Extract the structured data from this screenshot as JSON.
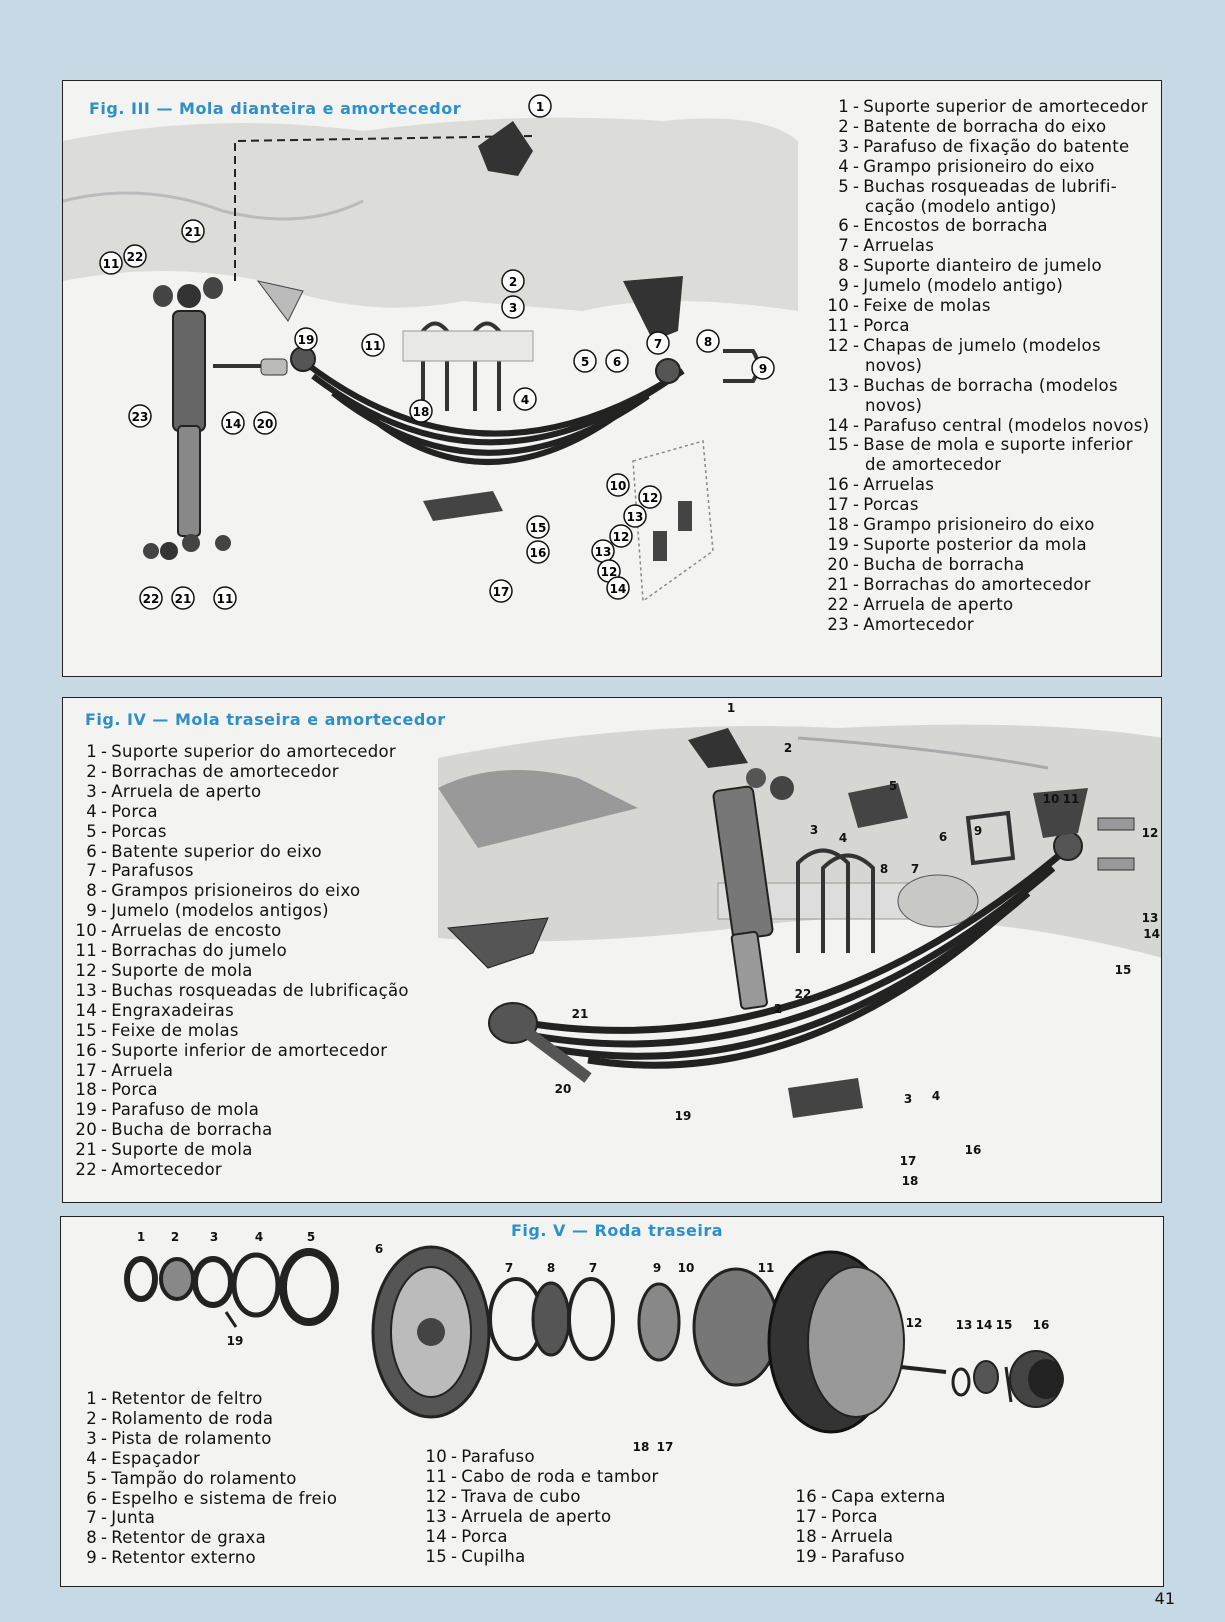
{
  "fig3": {
    "title": "Fig. III — Mola dianteira e amortecedor",
    "legend": [
      {
        "n": "1",
        "text": "Suporte superior de amortecedor"
      },
      {
        "n": "2",
        "text": "Batente de borracha do eixo"
      },
      {
        "n": "3",
        "text": "Parafuso de fixação do batente"
      },
      {
        "n": "4",
        "text": "Grampo prisioneiro do eixo"
      },
      {
        "n": "5",
        "text": "Buchas rosqueadas de lubrifi-",
        "cont": "cação (modelo antigo)"
      },
      {
        "n": "6",
        "text": "Encostos de borracha"
      },
      {
        "n": "7",
        "text": "Arruelas"
      },
      {
        "n": "8",
        "text": "Suporte dianteiro de jumelo"
      },
      {
        "n": "9",
        "text": "Jumelo (modelo antigo)"
      },
      {
        "n": "10",
        "text": "Feixe de molas"
      },
      {
        "n": "11",
        "text": "Porca"
      },
      {
        "n": "12",
        "text": "Chapas de jumelo (modelos",
        "cont": "novos)"
      },
      {
        "n": "13",
        "text": "Buchas de borracha (modelos",
        "cont": "novos)"
      },
      {
        "n": "14",
        "text": "Parafuso central (modelos novos)"
      },
      {
        "n": "15",
        "text": "Base de mola e suporte inferior",
        "cont": "de amortecedor"
      },
      {
        "n": "16",
        "text": "Arruelas"
      },
      {
        "n": "17",
        "text": "Porcas"
      },
      {
        "n": "18",
        "text": "Grampo prisioneiro do eixo"
      },
      {
        "n": "19",
        "text": "Suporte posterior da mola"
      },
      {
        "n": "20",
        "text": "Bucha de borracha"
      },
      {
        "n": "21",
        "text": "Borrachas do amortecedor"
      },
      {
        "n": "22",
        "text": "Arruela de aperto"
      },
      {
        "n": "23",
        "text": "Amortecedor"
      }
    ],
    "callouts": [
      "1",
      "2",
      "3",
      "4",
      "5",
      "6",
      "7",
      "8",
      "9",
      "10",
      "11",
      "12",
      "13",
      "14",
      "15",
      "16",
      "17",
      "18",
      "19",
      "20",
      "21",
      "22",
      "23",
      "11",
      "22",
      "21",
      "11",
      "12",
      "13",
      "12",
      "14"
    ]
  },
  "fig4": {
    "title": "Fig. IV — Mola traseira e amortecedor",
    "legend": [
      {
        "n": "1",
        "text": "Suporte superior do amortecedor"
      },
      {
        "n": "2",
        "text": "Borrachas de amortecedor"
      },
      {
        "n": "3",
        "text": "Arruela de aperto"
      },
      {
        "n": "4",
        "text": "Porca"
      },
      {
        "n": "5",
        "text": "Porcas"
      },
      {
        "n": "6",
        "text": "Batente superior do eixo"
      },
      {
        "n": "7",
        "text": "Parafusos"
      },
      {
        "n": "8",
        "text": "Grampos prisioneiros do eixo"
      },
      {
        "n": "9",
        "text": "Jumelo (modelos antigos)"
      },
      {
        "n": "10",
        "text": "Arruelas de encosto"
      },
      {
        "n": "11",
        "text": "Borrachas do jumelo"
      },
      {
        "n": "12",
        "text": "Suporte de mola"
      },
      {
        "n": "13",
        "text": "Buchas rosqueadas de lubrificação"
      },
      {
        "n": "14",
        "text": "Engraxadeiras"
      },
      {
        "n": "15",
        "text": "Feixe de molas"
      },
      {
        "n": "16",
        "text": "Suporte inferior de amortecedor"
      },
      {
        "n": "17",
        "text": "Arruela"
      },
      {
        "n": "18",
        "text": "Porca"
      },
      {
        "n": "19",
        "text": "Parafuso de mola"
      },
      {
        "n": "20",
        "text": "Bucha de borracha"
      },
      {
        "n": "21",
        "text": "Suporte de mola"
      },
      {
        "n": "22",
        "text": "Amortecedor"
      }
    ],
    "callouts": [
      "1",
      "2",
      "2",
      "3",
      "4",
      "5",
      "6",
      "7",
      "8",
      "9",
      "10",
      "11",
      "12",
      "13",
      "14",
      "15",
      "16",
      "17",
      "18",
      "19",
      "20",
      "21",
      "22",
      "4",
      "3"
    ]
  },
  "fig5": {
    "title": "Fig. V — Roda traseira",
    "legend_left": [
      {
        "n": "1",
        "text": "Retentor de feltro"
      },
      {
        "n": "2",
        "text": "Rolamento de roda"
      },
      {
        "n": "3",
        "text": "Pista de rolamento"
      },
      {
        "n": "4",
        "text": "Espaçador"
      },
      {
        "n": "5",
        "text": "Tampão do rolamento"
      },
      {
        "n": "6",
        "text": "Espelho e sistema de freio"
      },
      {
        "n": "7",
        "text": "Junta"
      },
      {
        "n": "8",
        "text": "Retentor de graxa"
      },
      {
        "n": "9",
        "text": "Retentor externo"
      }
    ],
    "legend_mid": [
      {
        "n": "10",
        "text": "Parafuso"
      },
      {
        "n": "11",
        "text": "Cabo de roda e tambor"
      },
      {
        "n": "12",
        "text": "Trava de cubo"
      },
      {
        "n": "13",
        "text": "Arruela de aperto"
      },
      {
        "n": "14",
        "text": "Porca"
      },
      {
        "n": "15",
        "text": "Cupilha"
      }
    ],
    "legend_right": [
      {
        "n": "16",
        "text": "Capa externa"
      },
      {
        "n": "17",
        "text": "Porca"
      },
      {
        "n": "18",
        "text": "Arruela"
      },
      {
        "n": "19",
        "text": "Parafuso"
      }
    ],
    "callouts": [
      "1",
      "2",
      "3",
      "4",
      "5",
      "19",
      "6",
      "7",
      "8",
      "7",
      "9",
      "10",
      "11",
      "12",
      "13",
      "14",
      "15",
      "16",
      "18",
      "17"
    ]
  },
  "page_number": "41"
}
